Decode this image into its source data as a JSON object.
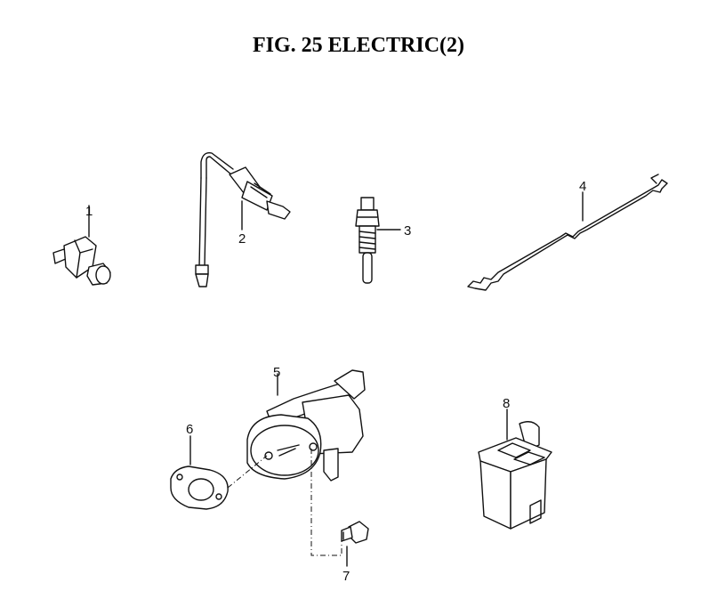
{
  "figure": {
    "title": "FIG. 25  ELECTRIC(2)"
  },
  "parts": [
    {
      "number": "1"
    },
    {
      "number": "2"
    },
    {
      "number": "3"
    },
    {
      "number": "4"
    },
    {
      "number": "5"
    },
    {
      "number": "6"
    },
    {
      "number": "7"
    },
    {
      "number": "8"
    }
  ]
}
